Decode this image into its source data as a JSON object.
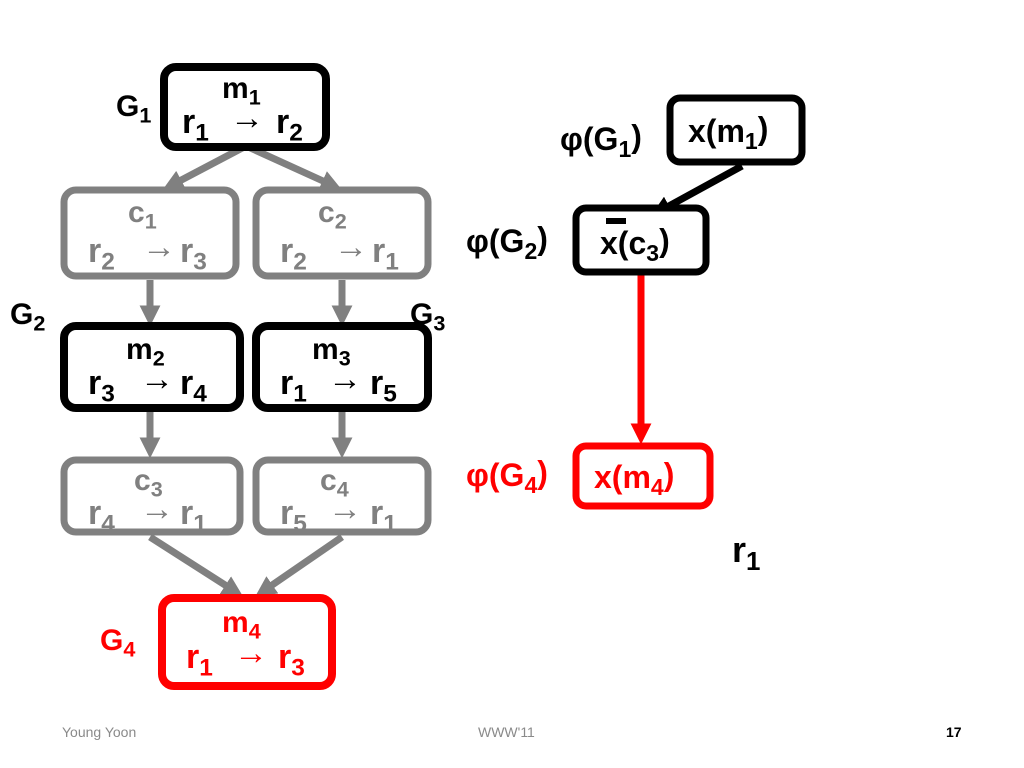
{
  "colors": {
    "black": "#000000",
    "gray": "#808080",
    "red": "#ff0000"
  },
  "nodes": {
    "m1": {
      "label": "m1",
      "from": "r1",
      "to": "r2"
    },
    "c1": {
      "label": "c1",
      "from": "r2",
      "to": "r3"
    },
    "c2": {
      "label": "c2",
      "from": "r2",
      "to": "r1"
    },
    "m2": {
      "label": "m2",
      "from": "r3",
      "to": "r4"
    },
    "m3": {
      "label": "m3",
      "from": "r1",
      "to": "r5"
    },
    "c3": {
      "label": "c3",
      "from": "r4",
      "to": "r1"
    },
    "c4": {
      "label": "c4",
      "from": "r5",
      "to": "r1"
    },
    "m4": {
      "label": "m4",
      "from": "r1",
      "to": "r3"
    }
  },
  "groups": {
    "g1": "G1",
    "g2": "G2",
    "g3": "G3",
    "g4": "G4"
  },
  "right": {
    "phi_g1": "φ(G1)",
    "x_m1": "x(m1)",
    "phi_g2": "φ(G2)",
    "x_c3": "x(c3)",
    "phi_g4": "φ(G4)",
    "x_m4": "x(m4)",
    "r1": "r1"
  },
  "footer": {
    "author": "Young Yoon",
    "venue": "WWW'11",
    "page": "17"
  }
}
